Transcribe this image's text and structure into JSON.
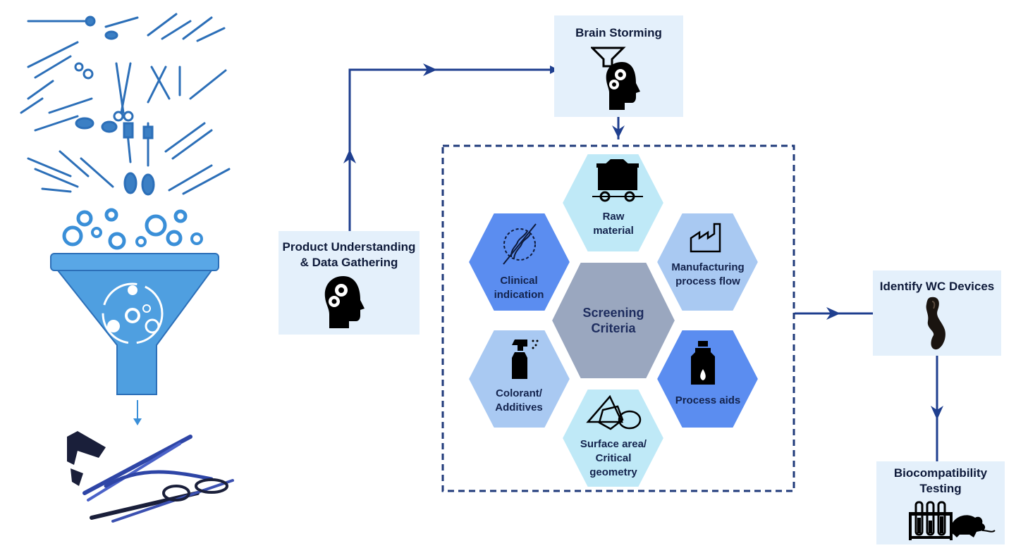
{
  "colors": {
    "arrow": "#1f3f8f",
    "box_fill": "#e4f0fb",
    "hex_light": "#bfe9f7",
    "hex_mid": "#a9c9f2",
    "hex_dark": "#5b8df0",
    "hex_center": "#9aa7bf",
    "funnel_blue": "#3a8fd8",
    "dashed_border": "#1f3a7a"
  },
  "steps": {
    "product": {
      "title_line1": "Product Understanding",
      "title_line2": "& Data Gathering",
      "icon": "head-gears-icon"
    },
    "brainstorm": {
      "title": "Brain Storming",
      "icon": "head-gears-funnel-icon"
    },
    "identify": {
      "title": "Identify WC Devices",
      "icon": "device-part-icon"
    },
    "biocompat": {
      "title_line1": "Biocompatibility",
      "title_line2": "Testing",
      "icon": "test-tubes-rat-icon"
    }
  },
  "criteria": {
    "center_line1": "Screening",
    "center_line2": "Criteria",
    "raw_material": {
      "line1": "Raw",
      "line2": "material",
      "icon": "mine-cart-icon"
    },
    "manufacturing": {
      "line1": "Manufacturing",
      "line2": "process flow",
      "icon": "factory-icon"
    },
    "process_aids": {
      "line1": "Process aids",
      "icon": "bottle-drop-icon"
    },
    "surface_area": {
      "line1": "Surface area/",
      "line2": "Critical",
      "line3": "geometry",
      "icon": "shapes-icon"
    },
    "colorant": {
      "line1": "Colorant/",
      "line2": "Additives",
      "icon": "spray-bottle-icon"
    },
    "clinical": {
      "line1": "Clinical",
      "line2": "indication",
      "icon": "joint-bone-icon"
    }
  },
  "left_panel": {
    "instruments_icon": "surgical-instruments-icon",
    "funnel_icon": "filter-funnel-icon",
    "selected_icon": "selected-instruments-icon"
  }
}
